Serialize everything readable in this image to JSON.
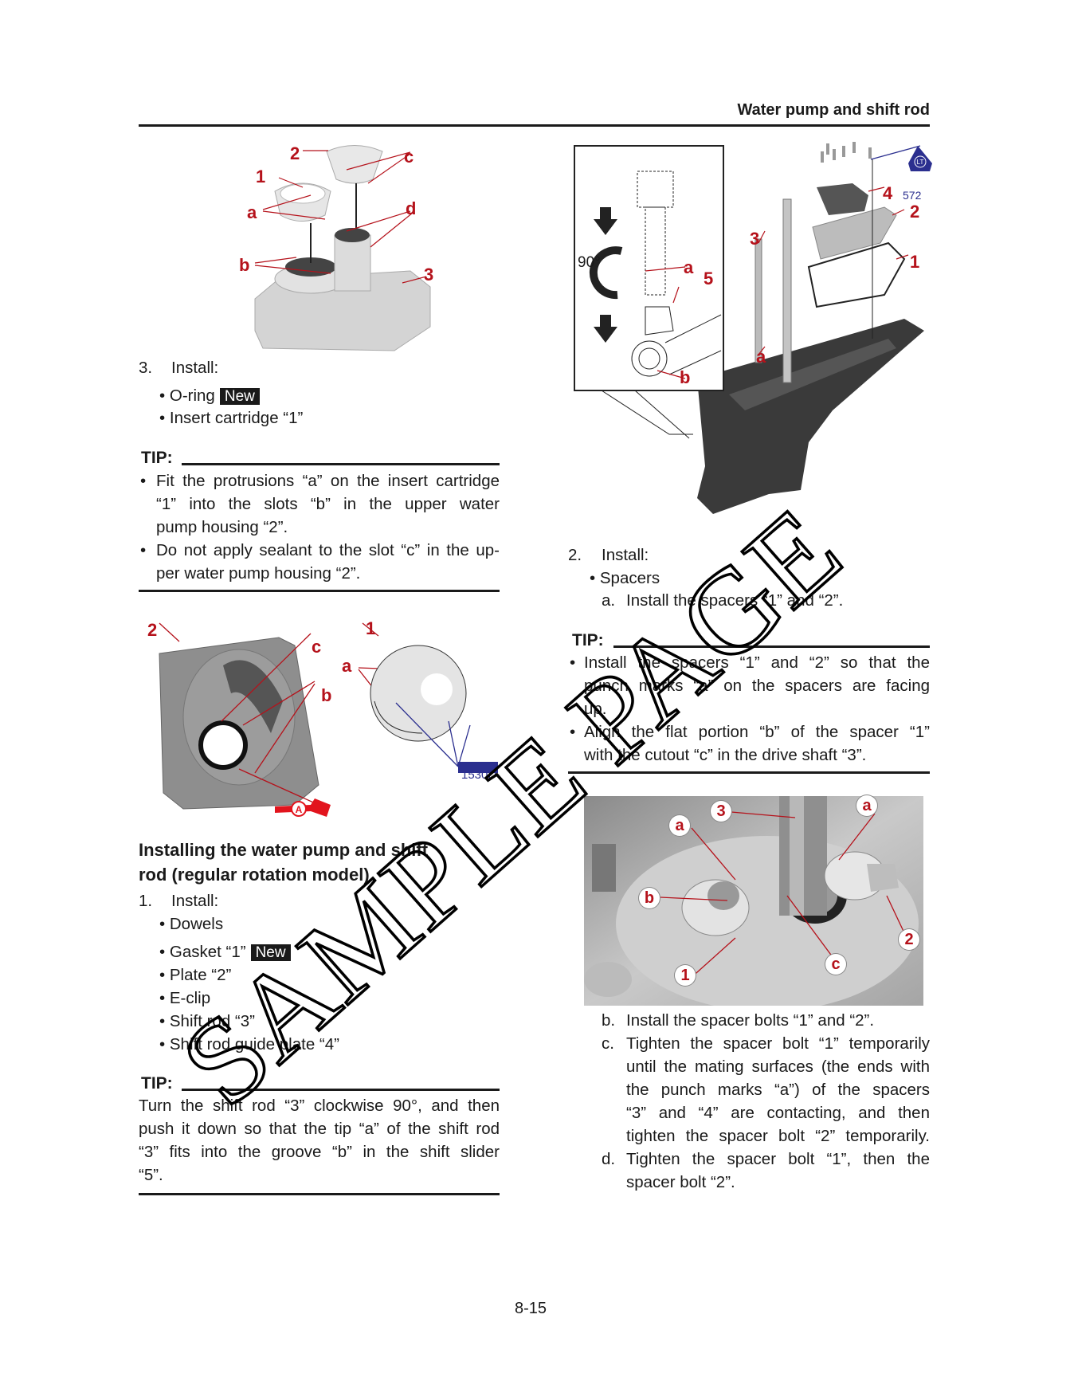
{
  "header": {
    "title": "Water pump and shift rod"
  },
  "left": {
    "figure1": {
      "labels": [
        "2",
        "c",
        "1",
        "a",
        "d",
        "b",
        "3"
      ]
    },
    "step3": {
      "num": "3.",
      "label": "Install:",
      "items": [
        "O-ring",
        "Insert cartridge “1”"
      ],
      "new_badge": "New"
    },
    "tip1": {
      "label": "TIP:",
      "lines": [
        "Fit the protrusions “a” on the insert cartridge",
        "“1” into the slots “b” in the upper water",
        "pump housing “2”.",
        "Do not apply sealant to the slot “c” in the up-",
        "per water pump housing “2”."
      ]
    },
    "figure2": {
      "labels": [
        "2",
        "c",
        "b",
        "1",
        "a"
      ],
      "code": "1530D",
      "symbol": "A"
    },
    "section_heading": [
      "Installing the water pump and shift",
      "rod (regular rotation model)"
    ],
    "step1": {
      "num": "1.",
      "label": "Install:",
      "items": [
        "Dowels",
        "Gasket “1”",
        "Plate “2”",
        "E-clip",
        "Shift rod “3”",
        "Shift rod guide plate “4”"
      ],
      "new_badge": "New"
    },
    "tip2": {
      "label": "TIP:",
      "lines": [
        "Turn the shift rod “3” clockwise 90°, and then",
        "push it down so that the tip “a” of the shift rod",
        "“3” fits into the groove “b” in the shift slider",
        "“5”."
      ]
    }
  },
  "right": {
    "figure3": {
      "angle": "90°",
      "labels": [
        "a",
        "5",
        "b",
        "3",
        "a",
        "4",
        "2",
        "1"
      ],
      "sealant_code": "572",
      "sealant_badge": "LT"
    },
    "step2": {
      "num": "2.",
      "label": "Install:",
      "item": "Spacers",
      "sub_a_letter": "a.",
      "sub_a": "Install the spacers “1” and “2”."
    },
    "tip3": {
      "label": "TIP:",
      "lines": [
        "Install the spacers “1” and “2” so that the",
        "punch marks “a” on the spacers are facing",
        "up.",
        "Align the flat portion “b” of the spacer “1”",
        "with the cutout “c” in the drive shaft “3”."
      ]
    },
    "photo": {
      "labels": [
        "3",
        "a",
        "a",
        "b",
        "1",
        "c",
        "2"
      ]
    },
    "substeps": [
      {
        "letter": "b.",
        "lines": [
          "Install the spacer bolts “1” and “2”."
        ]
      },
      {
        "letter": "c.",
        "lines": [
          "Tighten the spacer bolt “1” temporarily",
          "until the mating surfaces (the ends with",
          "the punch marks “a”) of the spacers",
          "“3” and “4” are contacting, and then",
          "tighten the spacer bolt “2” temporarily."
        ]
      },
      {
        "letter": "d.",
        "lines": [
          "Tighten the spacer bolt “1”, then the",
          "spacer bolt “2”."
        ]
      }
    ]
  },
  "watermark": "SAMPLE PAGE",
  "page_number": "8-15",
  "colors": {
    "label_red": "#b5121b",
    "sealant_blue": "#2b2f8f",
    "text": "#1a1a1a"
  }
}
